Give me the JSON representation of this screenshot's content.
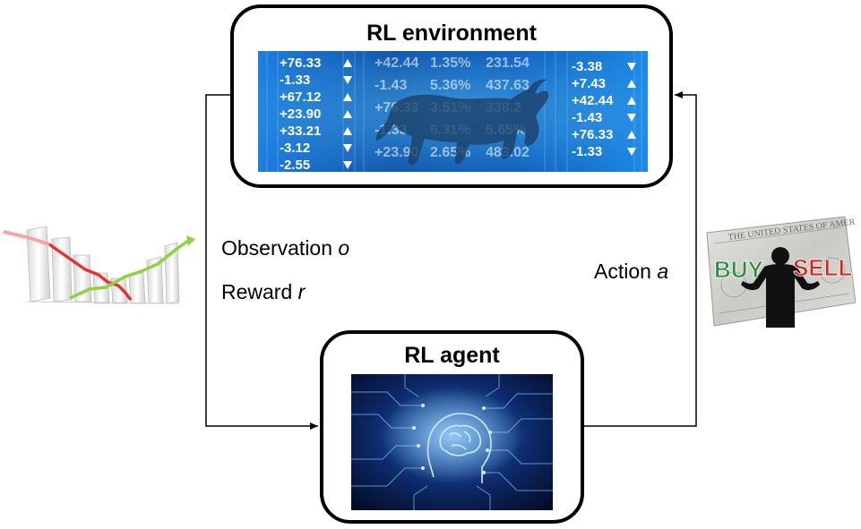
{
  "environment": {
    "title": "RL environment",
    "ticker_values": [
      "+76.33",
      "-1.33",
      "+67.12",
      "+23.90",
      "+33.21",
      "-3.12",
      "-2.55"
    ],
    "ticker_values_right": [
      "-3.38",
      "+7.43",
      "+42.44",
      "-1.43",
      "+76.33",
      "-1.33"
    ],
    "ticker_middle": [
      "+42.44",
      "1.35%",
      "231.54",
      "-1.43",
      "5.36%",
      "437.63",
      "+76.33",
      "3.51%",
      "338.2",
      "-1.33",
      "6.31%",
      "5.65%",
      "+23.90",
      "2.65%",
      "483.02"
    ]
  },
  "agent": {
    "title": "RL agent"
  },
  "labels": {
    "observation_text": "Observation",
    "observation_symbol": "o",
    "reward_text": "Reward",
    "reward_symbol": "r",
    "action_text": "Action",
    "action_symbol": "a"
  },
  "buy_sell": {
    "buy": "BUY",
    "sell": "SELL"
  },
  "colors": {
    "ticker_bg": "#1565c0",
    "ticker_text": "#ffffff",
    "chart_down": "#e0201b",
    "chart_up": "#8fd13f",
    "buy": "#2e8b3d",
    "sell": "#d0281f"
  },
  "icons": [
    "stock-ticker-image",
    "bull-icon",
    "ai-brain-image",
    "stock-chart-icon",
    "buy-sell-icon"
  ]
}
